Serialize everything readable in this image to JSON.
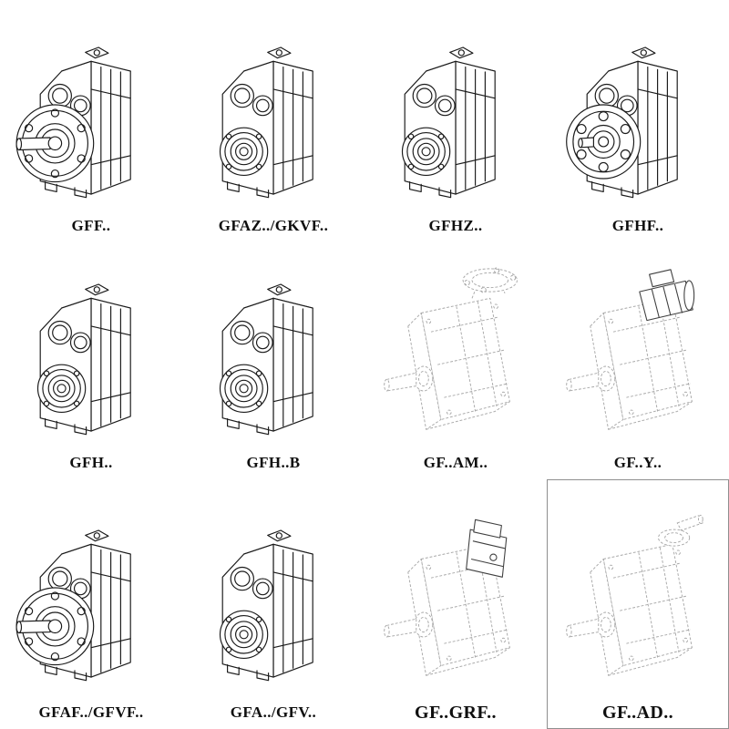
{
  "page": {
    "background": "#ffffff",
    "ink_color": "#1b1b1b",
    "light_ink_color": "#a8a8a8"
  },
  "catalog": {
    "cells": [
      {
        "label": "GFF..",
        "symbol": "flange-gearbox",
        "style": "solid"
      },
      {
        "label": "GFAZ../GKVF..",
        "symbol": "hollow-gearbox",
        "style": "solid"
      },
      {
        "label": "GFHZ..",
        "symbol": "hollow-gearbox",
        "style": "solid"
      },
      {
        "label": "GFHF..",
        "symbol": "flange-face-gearbox",
        "style": "solid"
      },
      {
        "label": "GFH..",
        "symbol": "hollow-gearbox",
        "style": "solid"
      },
      {
        "label": "GFH..B",
        "symbol": "hollow-gearbox",
        "style": "solid"
      },
      {
        "label": "GF..AM..",
        "symbol": "adapter-flange-gearbox",
        "style": "dashed-light"
      },
      {
        "label": "GF..Y..",
        "symbol": "motor-gearbox",
        "style": "dashed-light"
      },
      {
        "label": "GFAF../GFVF..",
        "symbol": "flange-gearbox",
        "style": "solid"
      },
      {
        "label": "GFA../GFV..",
        "symbol": "hollow-gearbox",
        "style": "solid"
      },
      {
        "label": "GF..GRF..",
        "symbol": "adapter-box-gearbox",
        "style": "dashed-light"
      },
      {
        "label": "GF..AD..",
        "symbol": "input-shaft-gearbox",
        "style": "dashed-light",
        "boxed": true
      }
    ]
  }
}
